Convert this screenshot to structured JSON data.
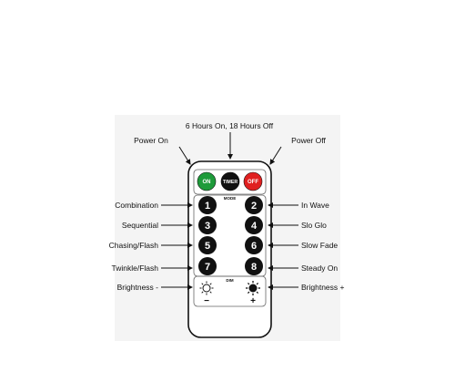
{
  "top_label": "6 Hours On, 18 Hours Off",
  "power_on_label": "Power On",
  "power_off_label": "Power Off",
  "buttons": {
    "on": "ON",
    "timer": "TIMER",
    "off": "OFF",
    "mode": "MODE",
    "dim": "DIM",
    "minus": "−",
    "plus": "+"
  },
  "keys": [
    "1",
    "2",
    "3",
    "4",
    "5",
    "6",
    "7",
    "8"
  ],
  "left_labels": [
    "Combination",
    "Sequential",
    "Chasing/Flash",
    "Twinkle/Flash",
    "Brightness -"
  ],
  "right_labels": [
    "In Wave",
    "Slo Glo",
    "Slow Fade",
    "Steady On",
    "Brightness +"
  ],
  "colors": {
    "on": "#1e9b3a",
    "timer": "#111111",
    "off": "#e02020",
    "key": "#111111"
  }
}
